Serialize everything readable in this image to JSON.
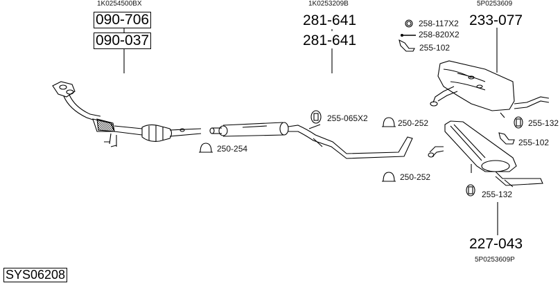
{
  "groups": {
    "front": {
      "oe_number": "1K0254500BX",
      "parts": [
        "090-706",
        "090-037"
      ]
    },
    "middle": {
      "oe_number": "1K0253209B",
      "parts": [
        "281-641",
        "281-641"
      ]
    },
    "rear_top": {
      "oe_number": "5P0253609",
      "part": "233-077"
    },
    "rear_bottom": {
      "oe_number": "5P0253609P",
      "part": "227-043"
    }
  },
  "accessories": [
    {
      "id": "258-117X2",
      "icon": "ring-gasket-icon"
    },
    {
      "id": "258-820X2",
      "icon": "bolt-icon"
    },
    {
      "id": "255-102",
      "icon": "bracket-icon"
    },
    {
      "id": "255-065X2",
      "icon": "rubber-hanger-icon"
    },
    {
      "id": "250-252",
      "icon": "pipe-clamp-icon"
    },
    {
      "id": "255-132",
      "icon": "rubber-hanger-icon"
    },
    {
      "id": "255-102",
      "icon": "bracket-icon"
    },
    {
      "id": "250-254",
      "icon": "pipe-clamp-icon"
    },
    {
      "id": "250-252",
      "icon": "pipe-clamp-icon"
    },
    {
      "id": "255-132",
      "icon": "rubber-hanger-icon"
    }
  ],
  "system_id": "SYS06208"
}
